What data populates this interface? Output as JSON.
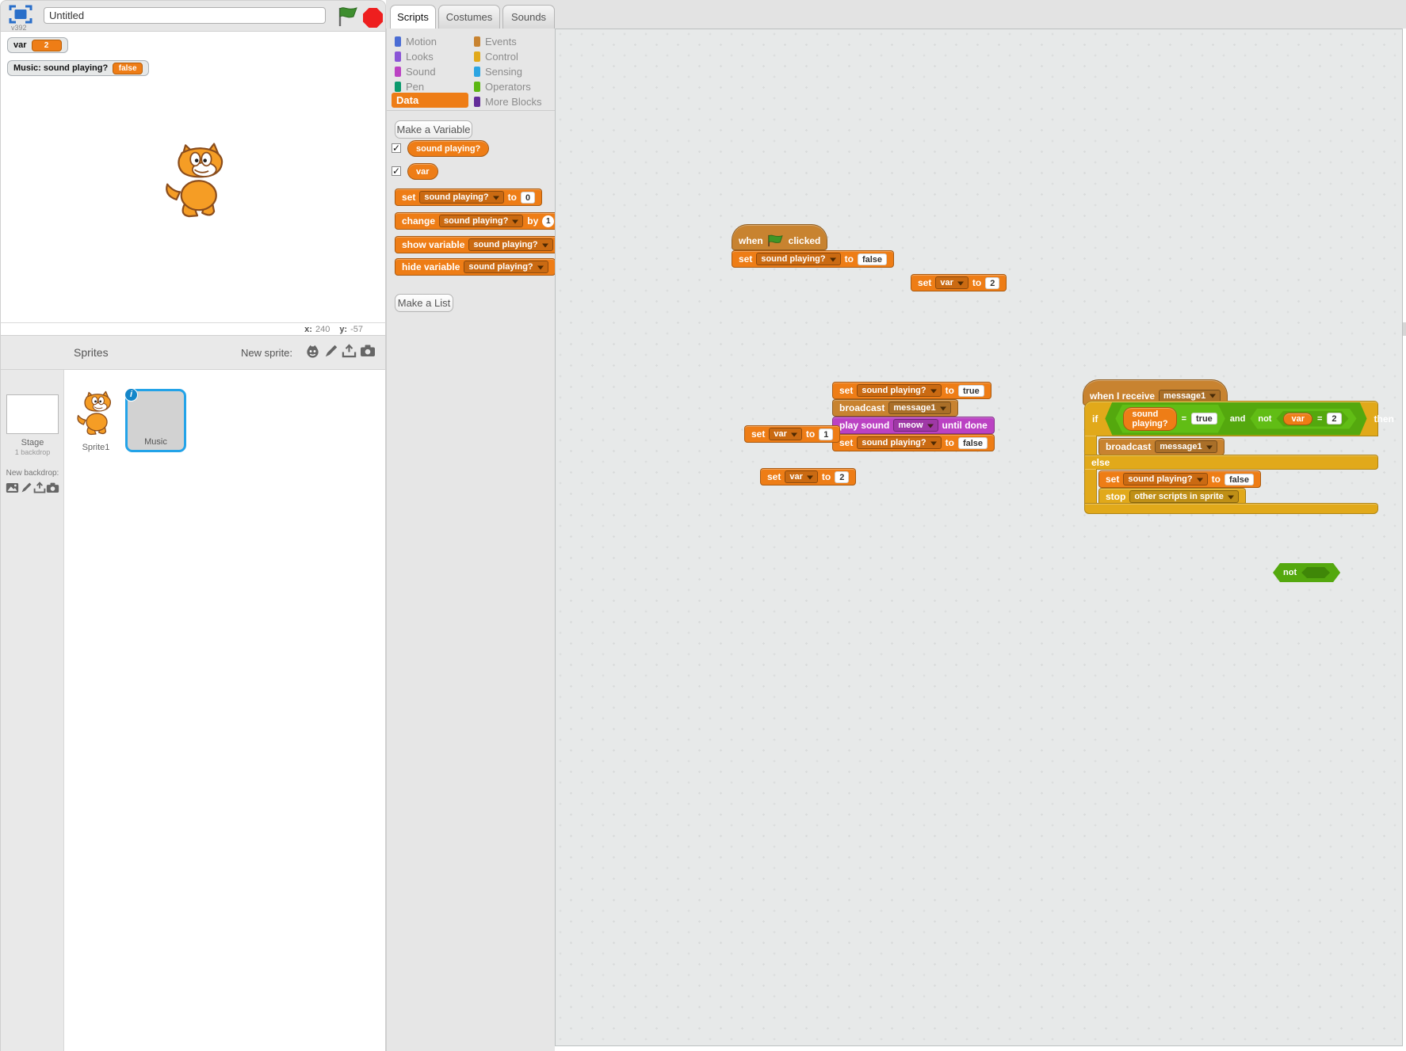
{
  "colors": {
    "motion": "#4a6cd4",
    "looks": "#8a55d7",
    "sound": "#bb42c3",
    "pen": "#0b9a6d",
    "data": "#ee7d16",
    "events": "#c88330",
    "control": "#e1a91a",
    "sensing": "#2ca5e2",
    "operators": "#5cb712",
    "more_blocks": "#632d99",
    "selected_sprite_border": "#23a3e8",
    "stop_red": "#ee1f1f",
    "flag_green": "#3e8e2f"
  },
  "stage_header": {
    "version": "v392",
    "title_value": "Untitled"
  },
  "stage": {
    "watcher1_label": "var",
    "watcher1_value": "2",
    "watcher2_label": "Music: sound playing?",
    "watcher2_value": "false",
    "x_label": "x:",
    "x_value": "240",
    "y_label": "y:",
    "y_value": "-57"
  },
  "sprites_panel": {
    "title": "Sprites",
    "new_sprite_label": "New sprite:",
    "stage_name": "Stage",
    "stage_detail": "1 backdrop",
    "new_backdrop_label": "New backdrop:",
    "sprite1_name": "Sprite1",
    "sprite2_name": "Music",
    "info_badge": "i"
  },
  "tabs": {
    "scripts": "Scripts",
    "costumes": "Costumes",
    "sounds": "Sounds"
  },
  "categories": {
    "motion": "Motion",
    "looks": "Looks",
    "sound": "Sound",
    "pen": "Pen",
    "data": "Data",
    "events": "Events",
    "control": "Control",
    "sensing": "Sensing",
    "operators": "Operators",
    "more_blocks": "More Blocks"
  },
  "palette": {
    "make_variable": "Make a Variable",
    "make_list": "Make a List",
    "set_value": "0",
    "change_value": "1",
    "show_variable": "show variable",
    "hide_variable": "hide variable"
  },
  "words": {
    "when": "when",
    "clicked": "clicked",
    "when_i_receive": "when I receive",
    "set": "set",
    "to": "to",
    "change": "change",
    "by": "by",
    "broadcast": "broadcast",
    "play_sound": "play sound",
    "until_done": "until done",
    "if": "if",
    "then": "then",
    "else": "else",
    "and": "and",
    "not": "not",
    "eq": "=",
    "stop": "stop"
  },
  "values": {
    "sound_playing": "sound playing?",
    "var": "var",
    "message1": "message1",
    "meow": "meow",
    "true": "true",
    "false": "false",
    "one": "1",
    "two": "2",
    "other_scripts": "other scripts in sprite"
  }
}
